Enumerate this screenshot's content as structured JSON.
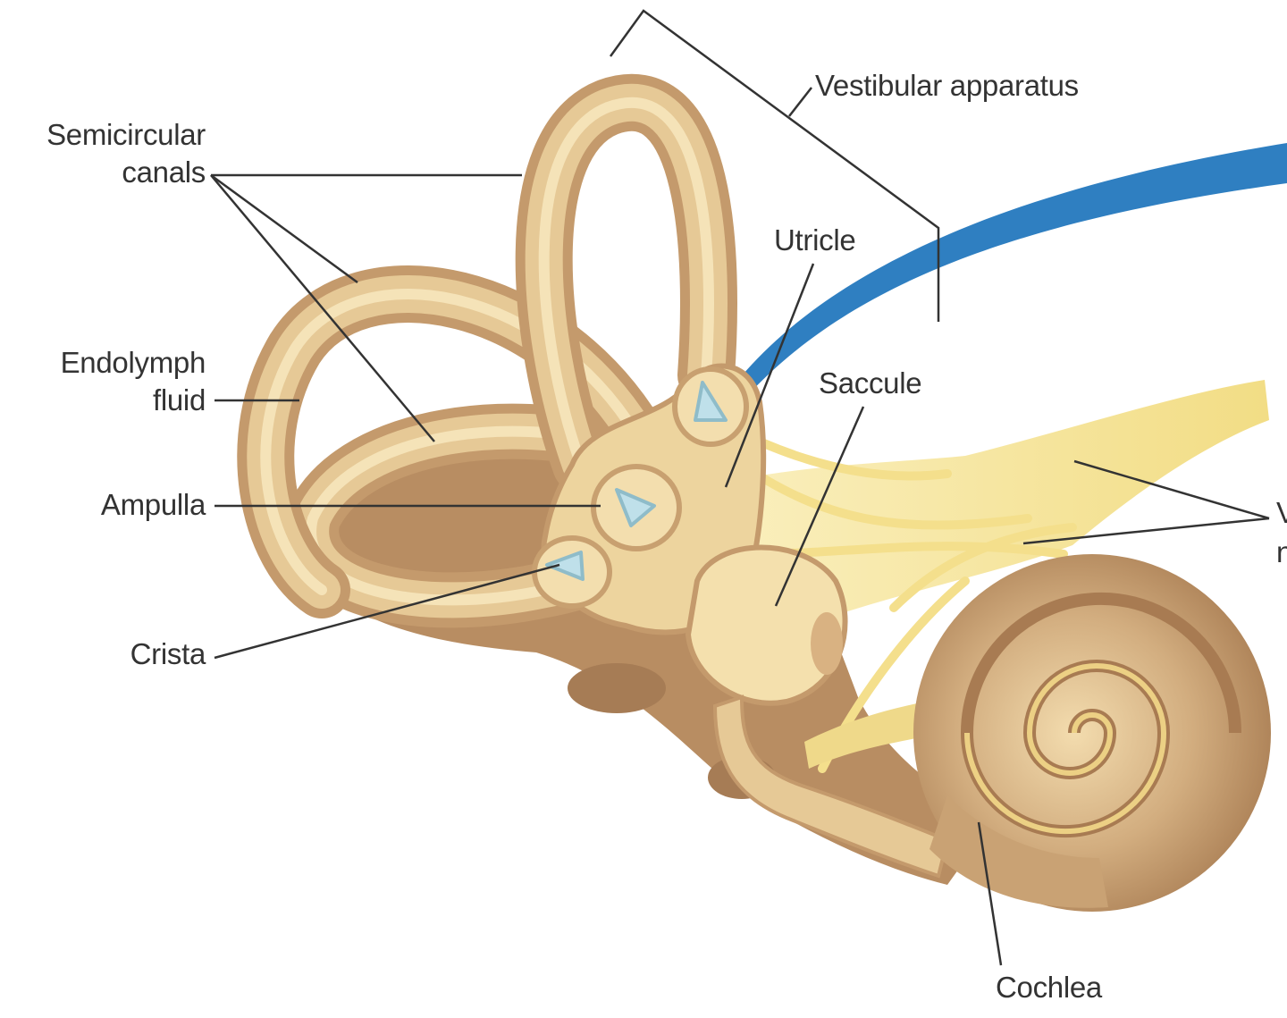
{
  "labels": {
    "vestibular_apparatus": "Vestibular apparatus",
    "semicircular_canals": [
      "Semicircular",
      "canals"
    ],
    "utricle": "Utricle",
    "saccule": "Saccule",
    "endolymph_fluid": [
      "Endolymph",
      "fluid"
    ],
    "ampulla": "Ampulla",
    "crista": "Crista",
    "cochlea": "Cochlea",
    "cut_off_right": [
      "V",
      "n"
    ]
  },
  "colors": {
    "bone_outer": "#c49a6c",
    "bone_mid": "#d9b88a",
    "membrane": "#f1dca8",
    "membrane_light": "#fbeec5",
    "nerve": "#f5e39a",
    "crista": "#bfe0ea",
    "blue_band": "#2f7fc1",
    "leader_line": "#333333",
    "label_text": "#333333"
  }
}
